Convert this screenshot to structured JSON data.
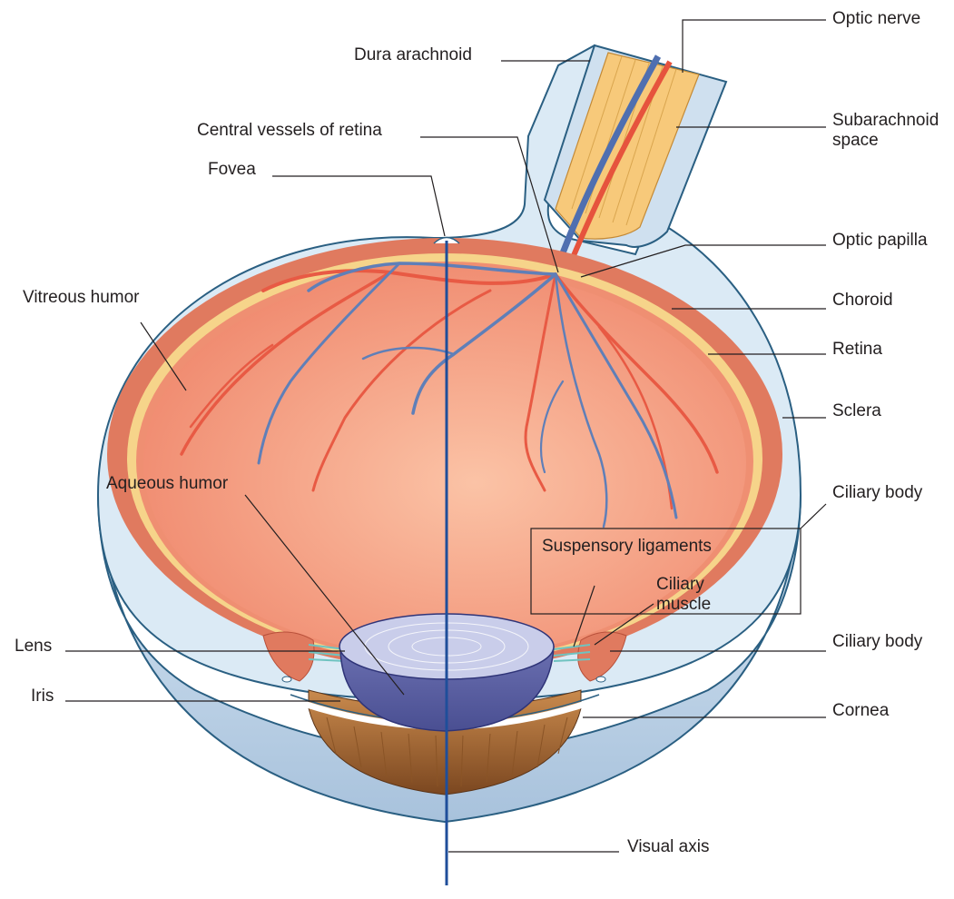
{
  "labels": {
    "optic_nerve": "Optic nerve",
    "dura_arachnoid": "Dura arachnoid",
    "subarachnoid_space": "Subarachnoid\nspace",
    "central_vessels": "Central vessels of retina",
    "fovea": "Fovea",
    "optic_papilla": "Optic papilla",
    "vitreous_humor": "Vitreous humor",
    "choroid": "Choroid",
    "retina": "Retina",
    "sclera": "Sclera",
    "aqueous_humor": "Aqueous humor",
    "ciliary_body_top": "Ciliary body",
    "suspensory_ligaments": "Suspensory ligaments",
    "ciliary_muscle": "Ciliary\nmuscle",
    "lens": "Lens",
    "ciliary_body": "Ciliary body",
    "iris": "Iris",
    "cornea": "Cornea",
    "visual_axis": "Visual axis"
  },
  "colors": {
    "sclera": "#dbeaf5",
    "sclera_edge": "#2a5f82",
    "choroid": "#e07a5f",
    "retina": "#f6d48a",
    "fundus": "#f5a98c",
    "vessel_red": "#e85a44",
    "vessel_blue": "#5f7fb8",
    "lens": "#a9b0da",
    "iris": "#a9682f",
    "axis": "#1f4e9a",
    "leader": "#231f20"
  }
}
